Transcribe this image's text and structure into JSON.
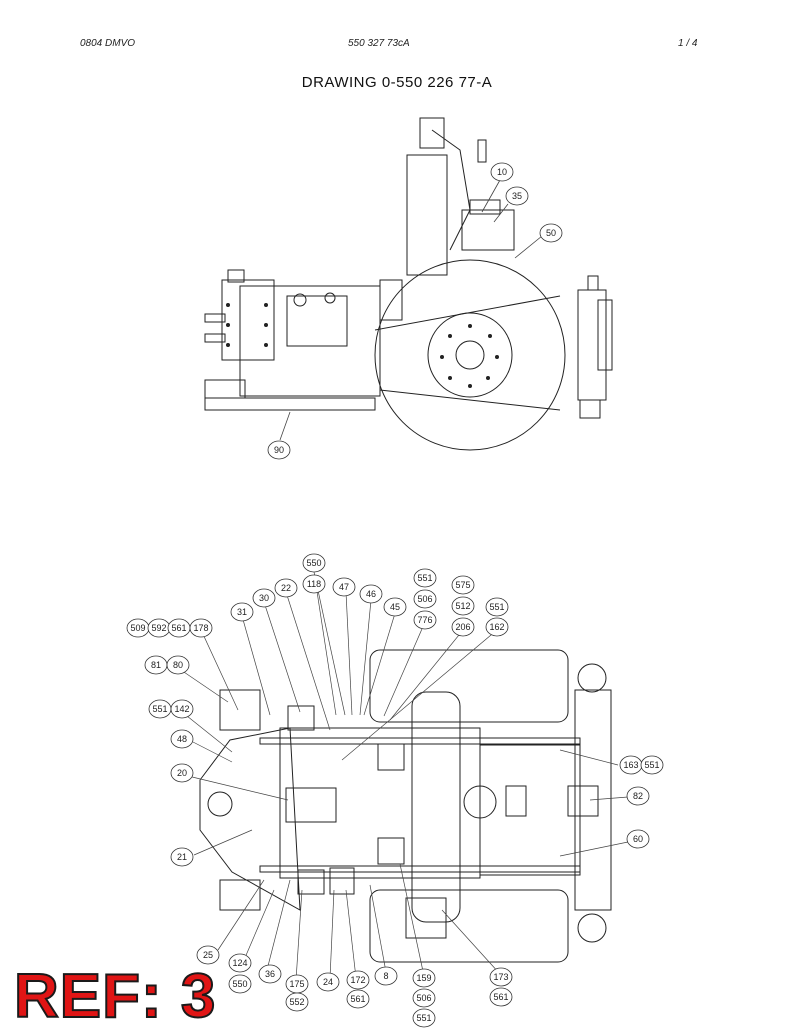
{
  "header": {
    "left": "0804 DMVO",
    "center": "550 327 73cA",
    "right": "1 /   4"
  },
  "title": "DRAWING  0-550 226 77-A",
  "ref_stamp": "REF: 3",
  "callouts_top": [
    "10",
    "35",
    "50",
    "90"
  ],
  "callouts_bottom": [
    "550",
    "118",
    "47",
    "46",
    "45",
    "22",
    "30",
    "31",
    "509",
    "592",
    "561",
    "178",
    "551",
    "575",
    "506",
    "512",
    "551",
    "776",
    "206",
    "162",
    "81",
    "80",
    "551",
    "142",
    "48",
    "20",
    "21",
    "163",
    "551",
    "82",
    "60",
    "25",
    "124",
    "550",
    "36",
    "175",
    "552",
    "24",
    "172",
    "561",
    "8",
    "159",
    "506",
    "551",
    "173",
    "561"
  ]
}
